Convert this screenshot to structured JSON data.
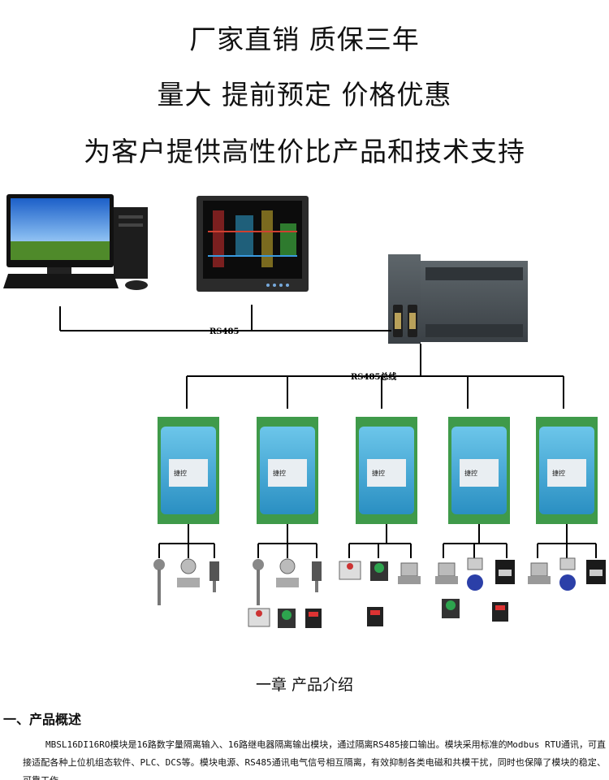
{
  "headlines": {
    "line1": "厂家直销 质保三年",
    "line2": "量大 提前预定 价格优惠",
    "line3": "为客户提供高性价比产品和技术支持"
  },
  "diagram": {
    "bus_label_1": "RS485",
    "bus_label_2": "RS485总线",
    "module_brand": "捷控"
  },
  "chapter_title": "一章  产品介绍",
  "section_title": "一、产品概述",
  "overview_text": "MBSL16DI16RO模块是16路数字量隔离输入、16路继电器隔离输出模块，通过隔离RS485接口输出。模块采用标准的Modbus RTU通讯，可直接适配各种上位机组态软件、PLC、DCS等。模块电源、RS485通讯电气信号相互隔离，有效抑制各类电磁和共模干扰，同时也保障了模块的稳定、可靠工作。",
  "colors": {
    "module_blue": "#3aa7d6",
    "terminal_green": "#3f9a4a",
    "plc_gray": "#4a5054",
    "line": "#000000"
  }
}
